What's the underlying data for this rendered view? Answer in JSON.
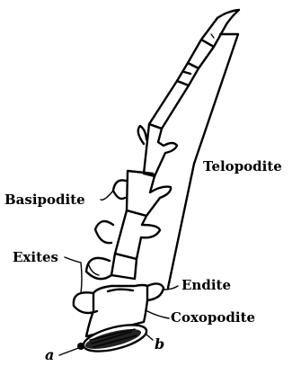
{
  "labels": {
    "telopodite": "Telopodite",
    "basipodite": "Basipodite",
    "exites": "Exites",
    "endite": "Endite",
    "coxopodite": "Coxopodite",
    "point_a": "a",
    "point_b": "b"
  },
  "colors": {
    "ink": "#000000",
    "background": "#ffffff"
  }
}
